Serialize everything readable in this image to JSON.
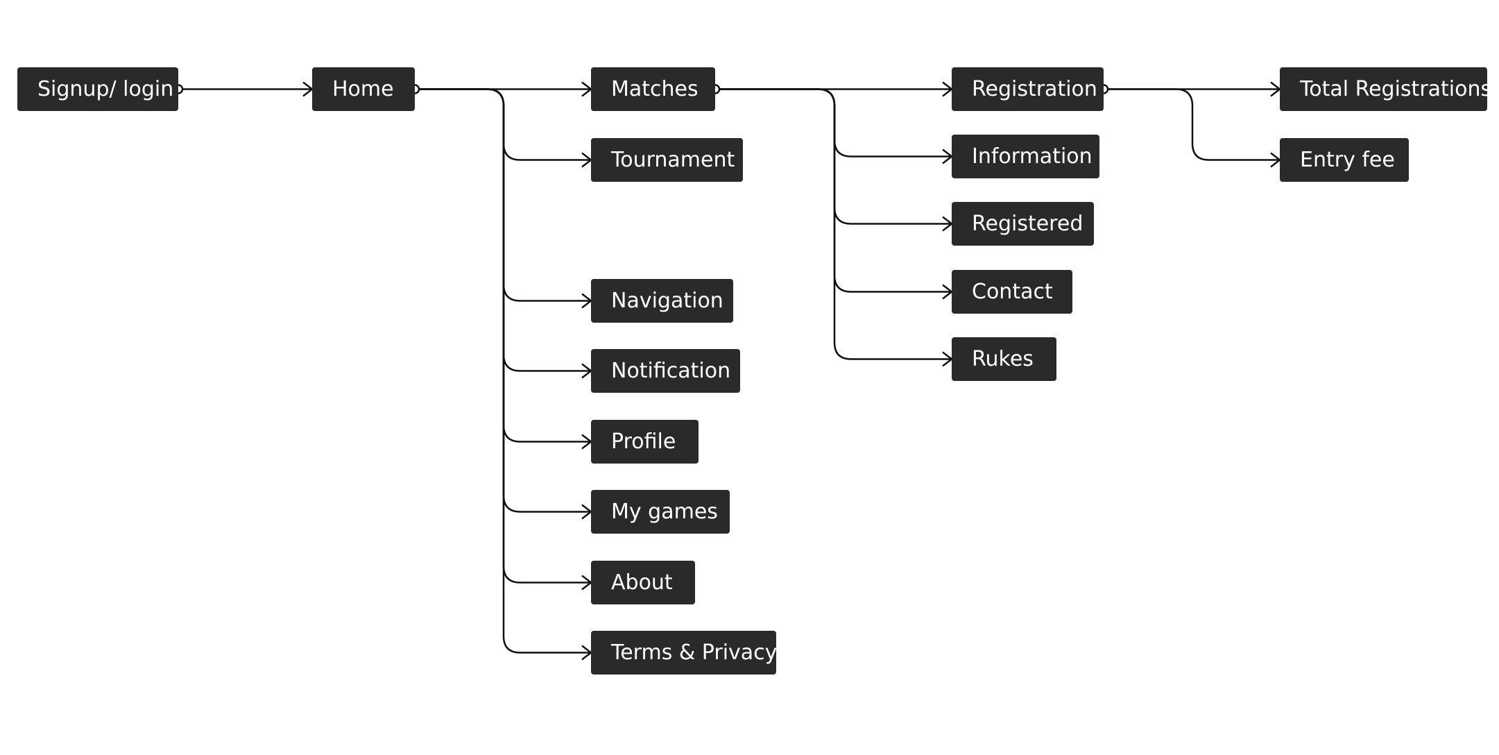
{
  "colors": {
    "node_fill": "#2a2a2a",
    "node_text": "#ffffff",
    "connector": "#111111",
    "background": "#ffffff"
  },
  "nodes": {
    "signup_login": "Signup/ login",
    "home": "Home",
    "matches": "Matches",
    "tournament": "Tournament",
    "navigation": "Navigation",
    "notification": "Notification",
    "profile": "Profile",
    "my_games": "My games",
    "about": "About",
    "terms_privacy": "Terms & Privacy",
    "registration": "Registration",
    "information": "Information",
    "registered": "Registered",
    "contact": "Contact",
    "rukes": "Rukes",
    "total_registrations": "Total Registrations",
    "entry_fee": "Entry fee"
  },
  "edges": [
    [
      "signup_login",
      "home"
    ],
    [
      "home",
      "matches"
    ],
    [
      "home",
      "tournament"
    ],
    [
      "home",
      "navigation"
    ],
    [
      "home",
      "notification"
    ],
    [
      "home",
      "profile"
    ],
    [
      "home",
      "my_games"
    ],
    [
      "home",
      "about"
    ],
    [
      "home",
      "terms_privacy"
    ],
    [
      "matches",
      "registration"
    ],
    [
      "matches",
      "information"
    ],
    [
      "matches",
      "registered"
    ],
    [
      "matches",
      "contact"
    ],
    [
      "matches",
      "rukes"
    ],
    [
      "registration",
      "total_registrations"
    ],
    [
      "registration",
      "entry_fee"
    ]
  ]
}
